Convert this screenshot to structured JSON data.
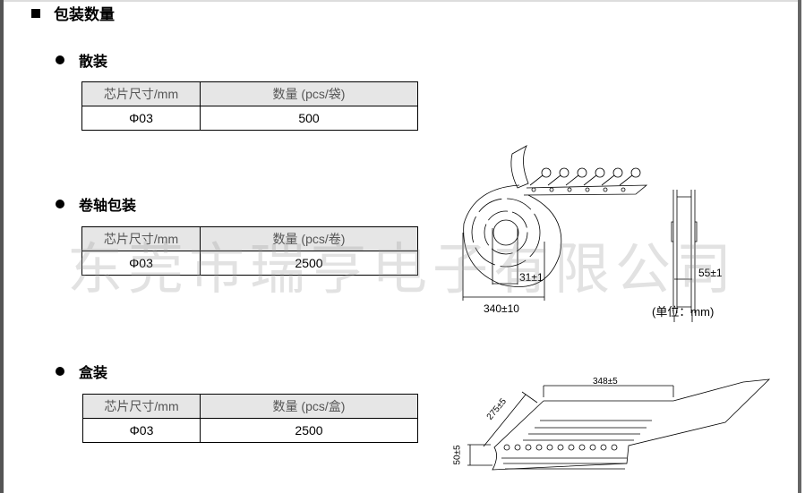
{
  "section_title": "包装数量",
  "watermark": "东莞市瑞亨电子有限公司",
  "sections": [
    {
      "title": "散装",
      "table": {
        "headers": [
          "芯片尺寸/mm",
          "数量 (pcs/袋)"
        ],
        "rows": [
          [
            "Φ03",
            "500"
          ]
        ]
      }
    },
    {
      "title": "卷轴包装",
      "table": {
        "headers": [
          "芯片尺寸/mm",
          "数量 (pcs/卷)"
        ],
        "rows": [
          [
            "Φ03",
            "2500"
          ]
        ]
      }
    },
    {
      "title": "盒装",
      "table": {
        "headers": [
          "芯片尺寸/mm",
          "数量 (pcs/盒)"
        ],
        "rows": [
          [
            "Φ03",
            "2500"
          ]
        ]
      }
    }
  ],
  "reel_diagram": {
    "inner_dim": "31±1",
    "outer_dim": "340±10",
    "width_dim": "55±1",
    "unit": "(单位：mm)"
  },
  "box_diagram": {
    "length_dim": "348±5",
    "width_dim": "275±5",
    "height_dim": "50±5"
  }
}
